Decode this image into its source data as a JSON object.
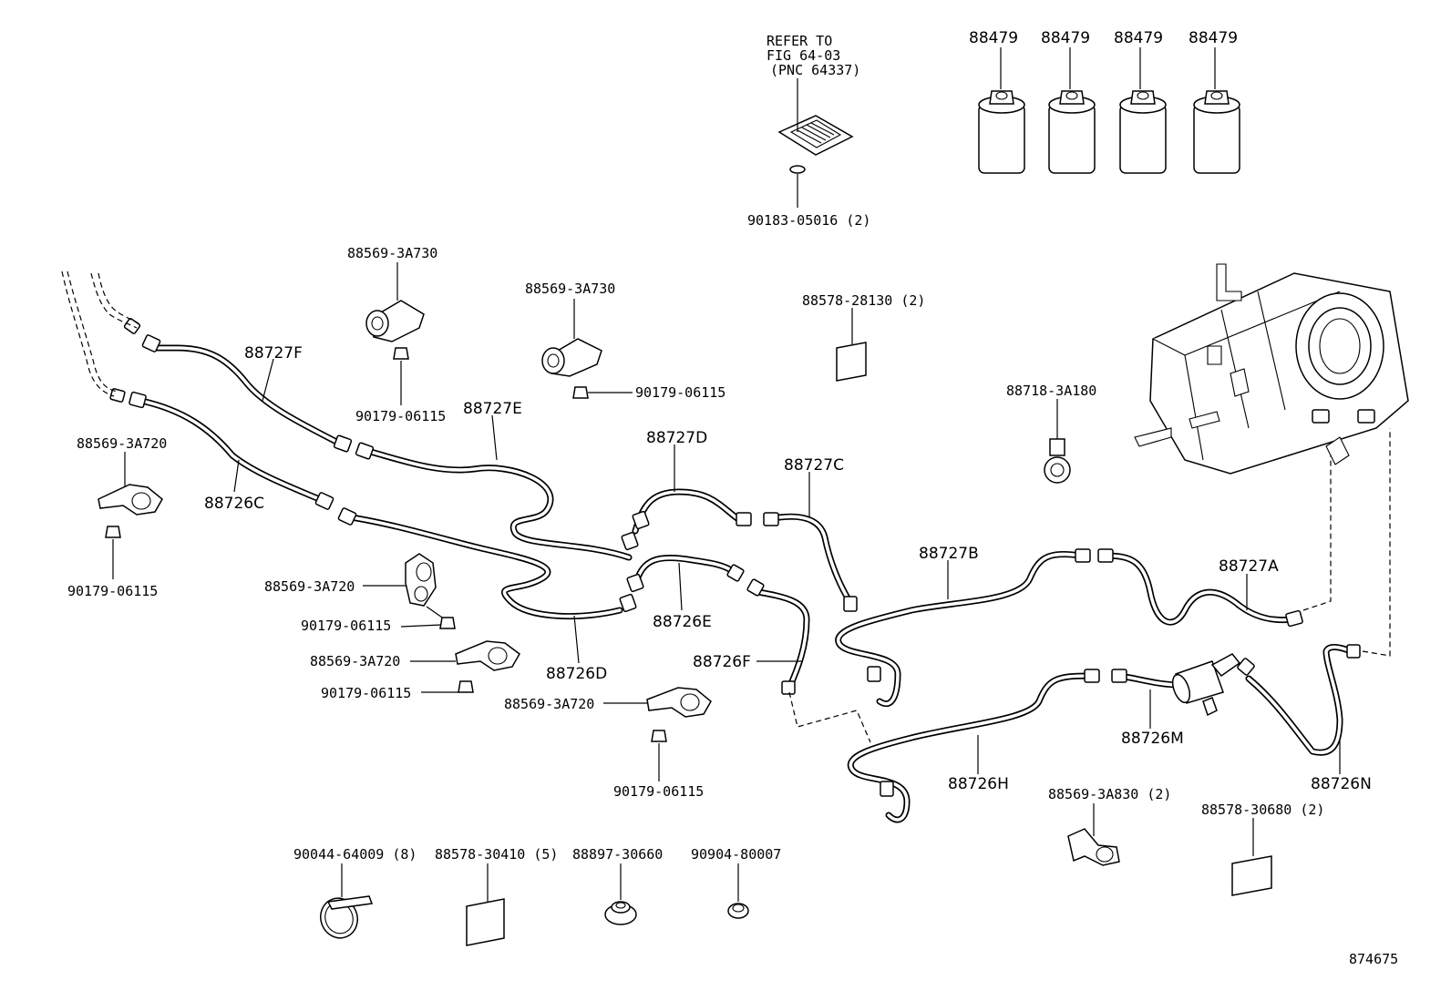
{
  "figure_number": "874675",
  "labels": {
    "refer_note_1": "REFER TO",
    "refer_note_2": "FIG 64-03",
    "refer_note_3": "(PNC 64337)",
    "bolt_90183": "90183-05016 (2)",
    "dryer_1": "88479",
    "dryer_2": "88479",
    "dryer_3": "88479",
    "dryer_4": "88479",
    "cushion_28130": "88578-28130 (2)",
    "clamp_a180": "88718-3A180",
    "clamp_a730_1": "88569-3A730",
    "nut_a730_1": "90179-06115",
    "clamp_a730_2": "88569-3A730",
    "nut_a730_2": "90179-06115",
    "pipe_88727F": "88727F",
    "pipe_88727E": "88727E",
    "pipe_88727D": "88727D",
    "pipe_88727C": "88727C",
    "pipe_88727B": "88727B",
    "pipe_88727A": "88727A",
    "pipe_88726C": "88726C",
    "pipe_88726D": "88726D",
    "pipe_88726E": "88726E",
    "pipe_88726F": "88726F",
    "pipe_88726H": "88726H",
    "pipe_88726M": "88726M",
    "pipe_88726N": "88726N",
    "clamp_a720_1": "88569-3A720",
    "nut_a720_1": "90179-06115",
    "clamp_a720_2": "88569-3A720",
    "nut_a720_2": "90179-06115",
    "clamp_a720_3": "88569-3A720",
    "nut_a720_3": "90179-06115",
    "clamp_a720_4": "88569-3A720",
    "nut_a720_4": "90179-06115",
    "clamp_a830": "88569-3A830 (2)",
    "cushion_30680": "88578-30680 (2)",
    "band_64009": "90044-64009 (8)",
    "cushion_30410": "88578-30410 (5)",
    "grommet_30660": "88897-30660",
    "grommet_80007": "90904-80007"
  }
}
